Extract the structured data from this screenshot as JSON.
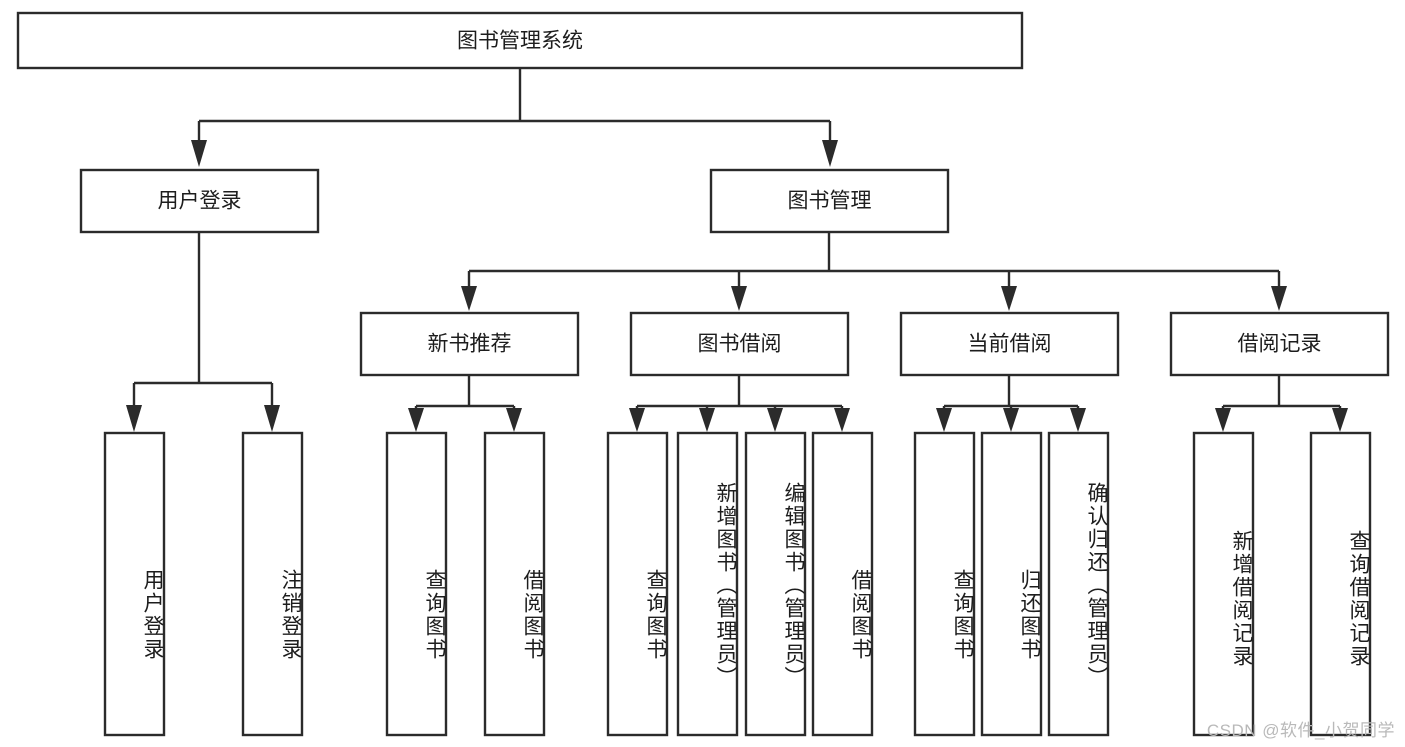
{
  "diagram": {
    "title": "图书管理系统",
    "type": "tree-hierarchy",
    "watermark": "CSDN @软件_小贺同学",
    "colors": {
      "box_stroke": "#2b2b2b",
      "box_fill": "#ffffff",
      "text": "#1d1d1d",
      "background": "#ffffff",
      "watermark": "#b9b9b9"
    },
    "root": {
      "label": "图书管理系统"
    },
    "level2": [
      {
        "label": "用户登录"
      },
      {
        "label": "图书管理"
      }
    ],
    "level3": [
      {
        "label": "新书推荐"
      },
      {
        "label": "图书借阅"
      },
      {
        "label": "当前借阅"
      },
      {
        "label": "借阅记录"
      }
    ],
    "leaves": {
      "user_login": [
        {
          "label": "用户登录"
        },
        {
          "label": "注销登录"
        }
      ],
      "new_book_recommend": [
        {
          "label": "查询图书"
        },
        {
          "label": "借阅图书"
        }
      ],
      "book_borrow": [
        {
          "label": "查询图书"
        },
        {
          "label": "新增图书（管理员）"
        },
        {
          "label": "编辑图书（管理员）"
        },
        {
          "label": "借阅图书"
        }
      ],
      "current_borrow": [
        {
          "label": "查询图书"
        },
        {
          "label": "归还图书"
        },
        {
          "label": "确认归还（管理员）"
        }
      ],
      "borrow_record": [
        {
          "label": "新增借阅记录"
        },
        {
          "label": "查询借阅记录"
        }
      ]
    }
  }
}
